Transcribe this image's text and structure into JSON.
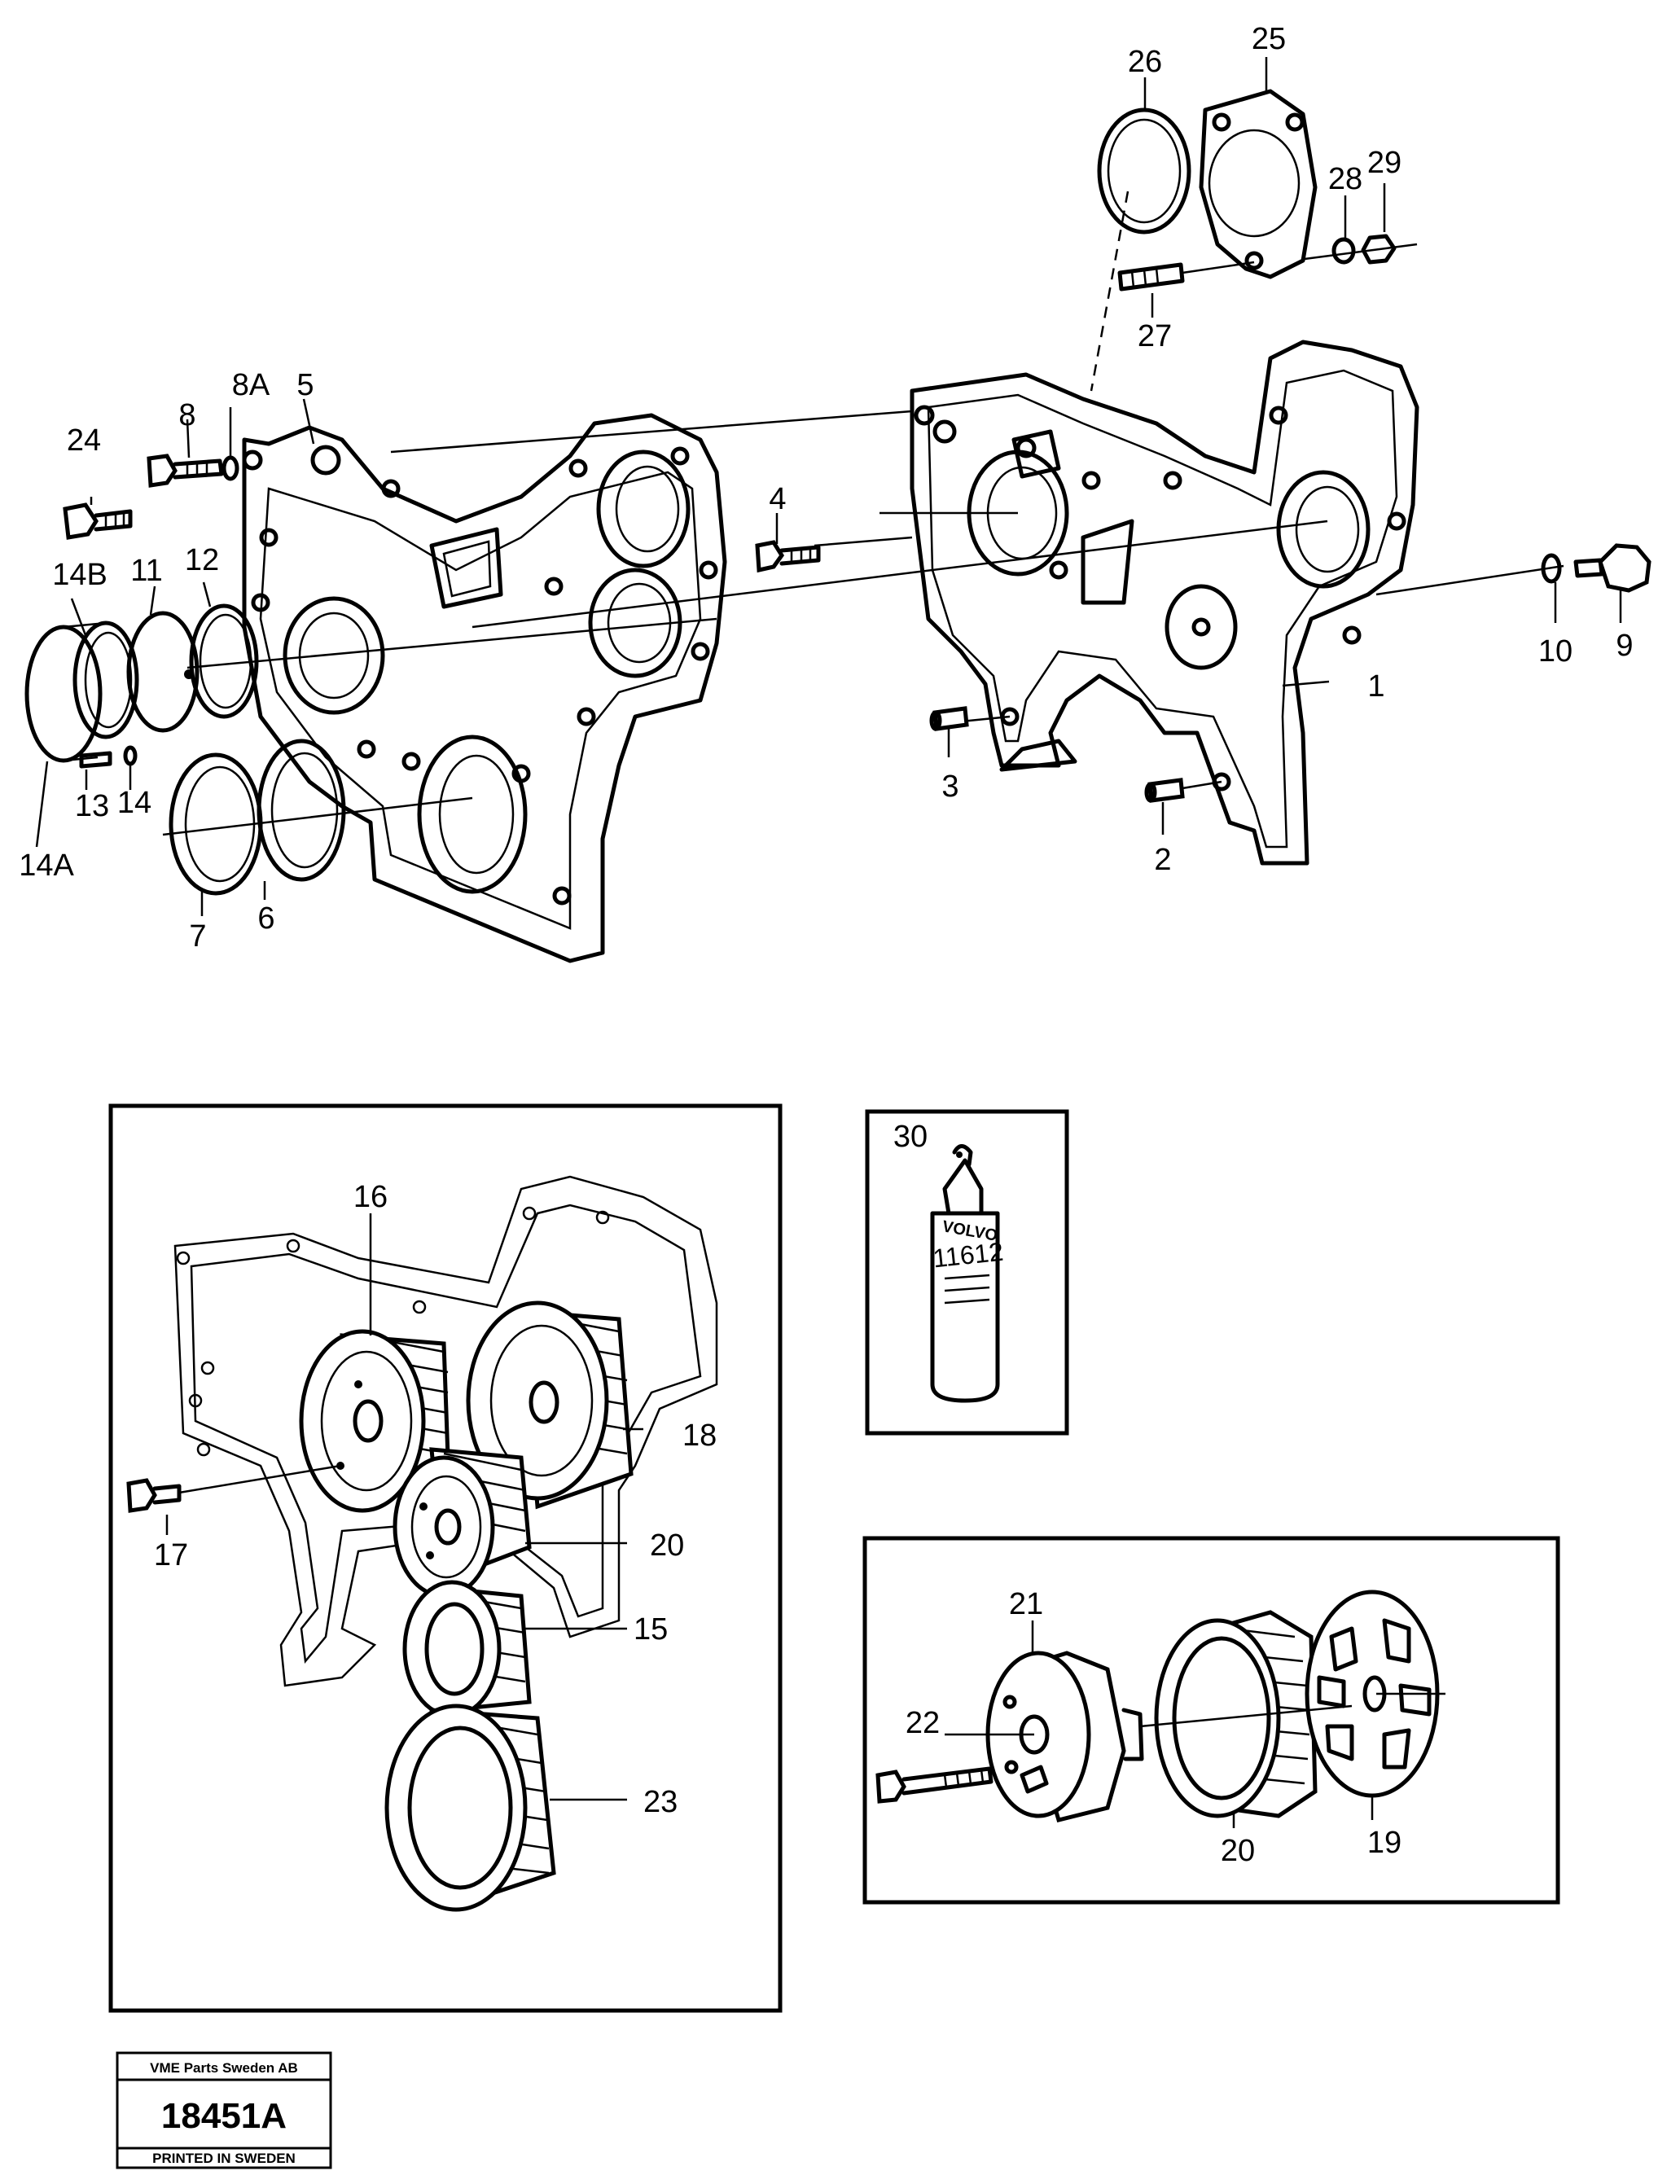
{
  "part_labels": {
    "p1": "1",
    "p2": "2",
    "p3": "3",
    "p4": "4",
    "p5": "5",
    "p6": "6",
    "p7": "7",
    "p8": "8",
    "p8a": "8A",
    "p9": "9",
    "p10": "10",
    "p11": "11",
    "p12": "12",
    "p13": "13",
    "p14": "14",
    "p14a": "14A",
    "p14b": "14B",
    "p15": "15",
    "p16": "16",
    "p17": "17",
    "p18": "18",
    "p19": "19",
    "p20a": "20",
    "p20b": "20",
    "p21": "21",
    "p22": "22",
    "p23": "23",
    "p24": "24",
    "p25": "25",
    "p26": "26",
    "p27": "27",
    "p28": "28",
    "p29": "29",
    "p30": "30"
  },
  "tube_label": {
    "brand": "VOLVO",
    "number": "11612"
  },
  "stamp": {
    "company": "VME Parts Sweden AB",
    "drawing_number": "18451A",
    "printed": "PRINTED IN SWEDEN"
  }
}
